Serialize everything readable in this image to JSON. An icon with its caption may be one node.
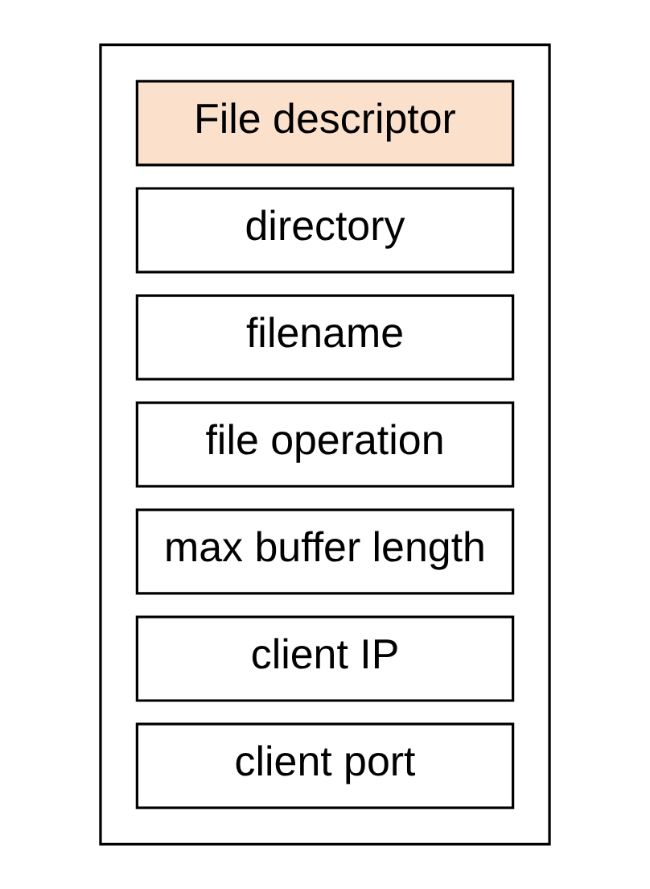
{
  "diagram": {
    "nodes": [
      {
        "text": [],
        "shape": "box"
      },
      {
        "text": [
          "File descriptor"
        ],
        "in": 0
      },
      {
        "text": [
          "directory"
        ],
        "in": 0
      },
      {
        "text": [
          "filename"
        ],
        "in": 0
      },
      {
        "text": [
          "file operation"
        ],
        "in": 0
      },
      {
        "text": [
          "max buffer length"
        ],
        "in": 0
      },
      {
        "text": [
          "client IP"
        ],
        "in": 0
      },
      {
        "text": [
          "client port"
        ],
        "in": 0
      }
    ]
  }
}
